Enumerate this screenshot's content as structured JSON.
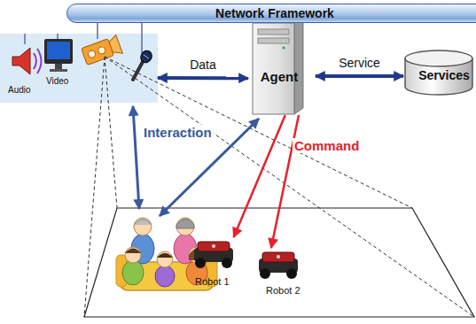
{
  "diagram": {
    "nodes": [
      {
        "text": [
          "Network Framework"
        ]
      },
      {
        "text": [
          "Audio",
          "Video"
        ]
      },
      {
        "text": [
          "Agent"
        ]
      },
      {
        "text": [
          "Services"
        ]
      },
      {
        "text": [
          "Robot 1"
        ]
      },
      {
        "text": [
          "Robot 2"
        ]
      }
    ],
    "edges": [
      {
        "from": 1,
        "to": 2,
        "label": "Data",
        "arrow": "both"
      },
      {
        "from": 2,
        "to": 3,
        "label": "Service",
        "arrow": "both"
      },
      {
        "from": 2,
        "to": 4,
        "arrow": "to"
      },
      {
        "from": 2,
        "to": 5,
        "arrow": "to"
      }
    ],
    "labels": [
      "Interaction",
      "Command"
    ]
  }
}
